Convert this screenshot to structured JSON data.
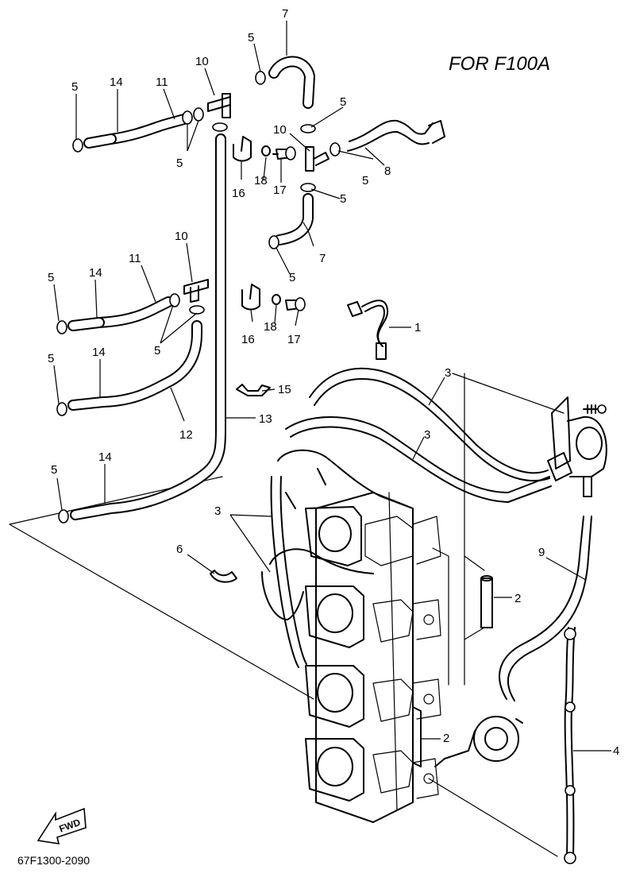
{
  "diagram": {
    "title": "FOR  F100A",
    "code": "67F1300-2090",
    "fwd_label": "FWD",
    "callouts": [
      {
        "id": "c7a",
        "text": "7"
      },
      {
        "id": "c5a",
        "text": "5"
      },
      {
        "id": "c10a",
        "text": "10"
      },
      {
        "id": "c5b",
        "text": "5"
      },
      {
        "id": "c14a",
        "text": "14"
      },
      {
        "id": "c11a",
        "text": "11"
      },
      {
        "id": "c5c",
        "text": "5"
      },
      {
        "id": "c5d",
        "text": "5"
      },
      {
        "id": "c10b",
        "text": "10"
      },
      {
        "id": "c5e",
        "text": "5"
      },
      {
        "id": "c8",
        "text": "8"
      },
      {
        "id": "c16a",
        "text": "16"
      },
      {
        "id": "c18a",
        "text": "18"
      },
      {
        "id": "c17a",
        "text": "17"
      },
      {
        "id": "c5f",
        "text": "5"
      },
      {
        "id": "c10c",
        "text": "10"
      },
      {
        "id": "c7b",
        "text": "7"
      },
      {
        "id": "c5g",
        "text": "5"
      },
      {
        "id": "c14b",
        "text": "14"
      },
      {
        "id": "c11b",
        "text": "11"
      },
      {
        "id": "c5h",
        "text": "5"
      },
      {
        "id": "c5i",
        "text": "5"
      },
      {
        "id": "c16b",
        "text": "16"
      },
      {
        "id": "c18b",
        "text": "18"
      },
      {
        "id": "c17b",
        "text": "17"
      },
      {
        "id": "c1",
        "text": "1"
      },
      {
        "id": "c5j",
        "text": "5"
      },
      {
        "id": "c14c",
        "text": "14"
      },
      {
        "id": "c15",
        "text": "15"
      },
      {
        "id": "c12",
        "text": "12"
      },
      {
        "id": "c13",
        "text": "13"
      },
      {
        "id": "c3a",
        "text": "3"
      },
      {
        "id": "c3b",
        "text": "3"
      },
      {
        "id": "c5k",
        "text": "5"
      },
      {
        "id": "c14d",
        "text": "14"
      },
      {
        "id": "c3c",
        "text": "3"
      },
      {
        "id": "c6",
        "text": "6"
      },
      {
        "id": "c9",
        "text": "9"
      },
      {
        "id": "c2a",
        "text": "2"
      },
      {
        "id": "c2b",
        "text": "2"
      },
      {
        "id": "c4",
        "text": "4"
      }
    ]
  }
}
